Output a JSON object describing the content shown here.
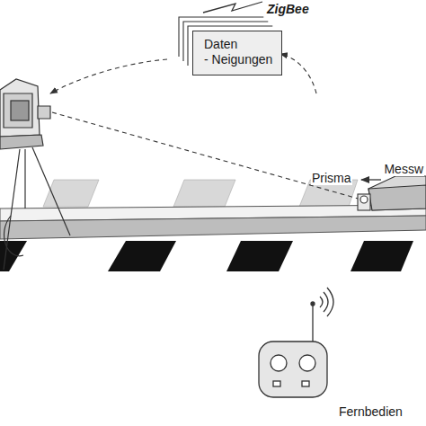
{
  "diagram": {
    "nodes": [
      {
        "text": [
          "Daten",
          "- Neigungen"
        ]
      }
    ],
    "labels": [
      "ZigBee",
      "Prisma",
      "Messw",
      "Fernbedien"
    ]
  }
}
